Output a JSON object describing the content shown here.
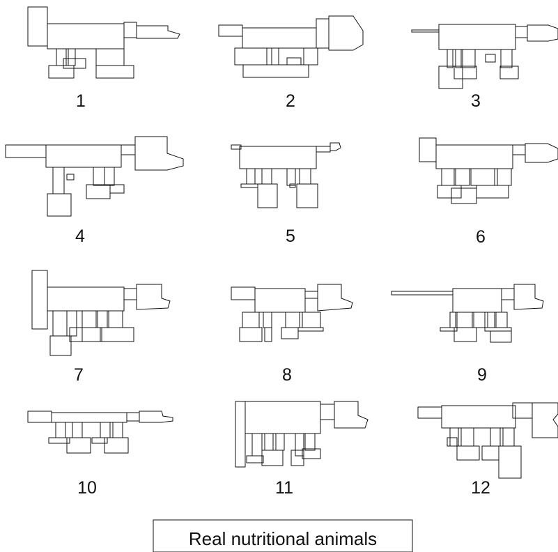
{
  "figures": [
    {
      "label": "1"
    },
    {
      "label": "2"
    },
    {
      "label": "3"
    },
    {
      "label": "4"
    },
    {
      "label": "5"
    },
    {
      "label": "6"
    },
    {
      "label": "7"
    },
    {
      "label": "8"
    },
    {
      "label": "9"
    },
    {
      "label": "10"
    },
    {
      "label": "11"
    },
    {
      "label": "12"
    }
  ],
  "caption": "Real nutritional animals"
}
